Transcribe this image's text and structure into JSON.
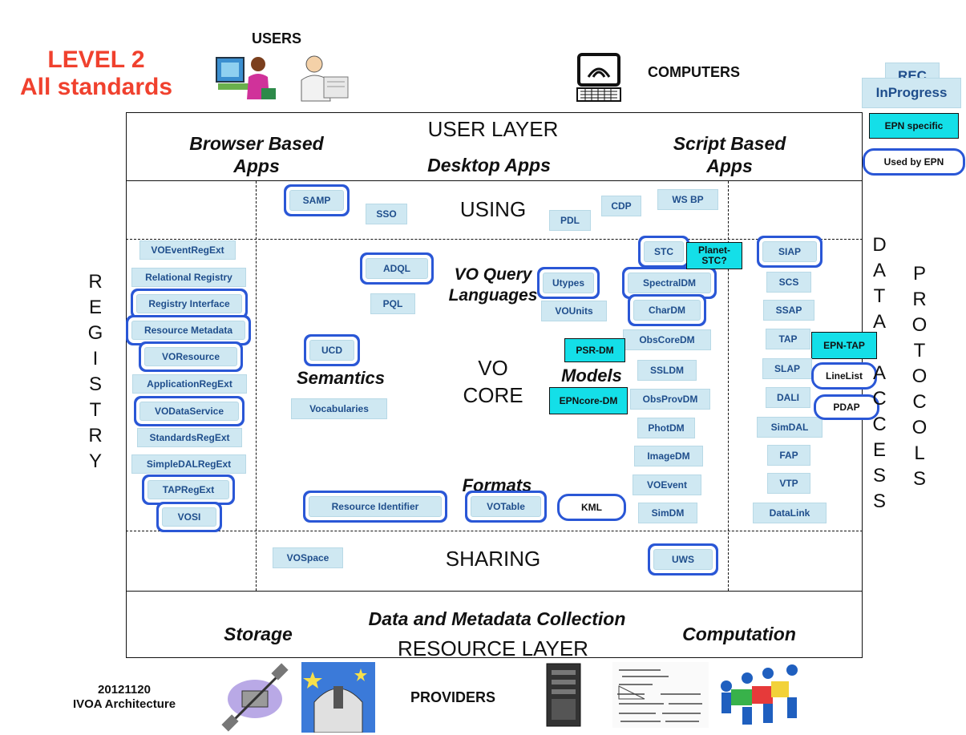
{
  "header": {
    "level_title": "LEVEL 2",
    "level_subtitle": "All standards",
    "users_label": "USERS",
    "computers_label": "COMPUTERS"
  },
  "legend": {
    "rec": "REC",
    "inprogress": "InProgress",
    "epn_specific": "EPN specific",
    "used_by_epn": "Used by EPN"
  },
  "user_layer": {
    "title": "USER LAYER",
    "browser": "Browser Based\nApps",
    "desktop": "Desktop Apps",
    "script": "Script Based\nApps"
  },
  "sections": {
    "using": "USING",
    "sharing": "SHARING",
    "vo_query": "VO Query\nLanguages",
    "semantics": "Semantics",
    "vo_core": "VO\nCORE",
    "models": "Models",
    "formats": "Formats"
  },
  "side_labels": {
    "registry": [
      "R",
      "E",
      "G",
      "I",
      "S",
      "T",
      "R",
      "Y"
    ],
    "data_access": [
      "D",
      "A",
      "T",
      "A",
      "",
      "A",
      "C",
      "C",
      "E",
      "S",
      "S"
    ],
    "protocols": [
      "P",
      "R",
      "O",
      "T",
      "O",
      "C",
      "O",
      "L",
      "S"
    ]
  },
  "using_items": [
    "SAMP",
    "SSO",
    "PDL",
    "CDP",
    "WS BP"
  ],
  "registry_items": [
    "VOEventRegExt",
    "Relational Registry",
    "Registry Interface",
    "Resource Metadata",
    "VOResource",
    "ApplicationRegExt",
    "VODataService",
    "StandardsRegExt",
    "SimpleDALRegExt",
    "TAPRegExt",
    "VOSI"
  ],
  "query_items": [
    "ADQL",
    "PQL"
  ],
  "semantics_items": [
    "UCD",
    "Vocabularies"
  ],
  "model_items": [
    "Utypes",
    "VOUnits",
    "STC",
    "SpectralDM",
    "CharDM",
    "ObsCoreDM",
    "SSLDM",
    "ObsProvDM",
    "PhotDM",
    "ImageDM",
    "VOEvent",
    "SimDM"
  ],
  "epn_items": [
    "Planet-\nSTC?",
    "PSR-DM",
    "EPNcore-DM",
    "EPN-TAP"
  ],
  "epn_used": [
    "LineList",
    "PDAP",
    "KML"
  ],
  "protocol_items": [
    "SIAP",
    "SCS",
    "SSAP",
    "TAP",
    "SLAP",
    "DALI",
    "SimDAL",
    "FAP",
    "VTP",
    "DataLink"
  ],
  "format_items": [
    "Resource Identifier",
    "VOTable"
  ],
  "sharing_items": [
    "VOSpace",
    "UWS"
  ],
  "resource_layer": {
    "title": "RESOURCE LAYER",
    "collection": "Data and Metadata Collection",
    "storage": "Storage",
    "computation": "Computation"
  },
  "footer": {
    "date": "20121120",
    "caption": "IVOA Architecture",
    "providers": "PROVIDERS"
  },
  "icons": [
    "user-at-computer-icon",
    "user-reading-icon",
    "computer-terminal-icon",
    "satellite-icon",
    "observatory-icon",
    "server-icon",
    "math-notes-icon",
    "team-puzzle-icon"
  ],
  "colors": {
    "title_red": "#f0412e",
    "legend_blue": "#1f4e8c",
    "box_fill": "#cfe8f2",
    "epn_cyan": "#14dfe8",
    "ring_blue": "#2a57d6"
  }
}
